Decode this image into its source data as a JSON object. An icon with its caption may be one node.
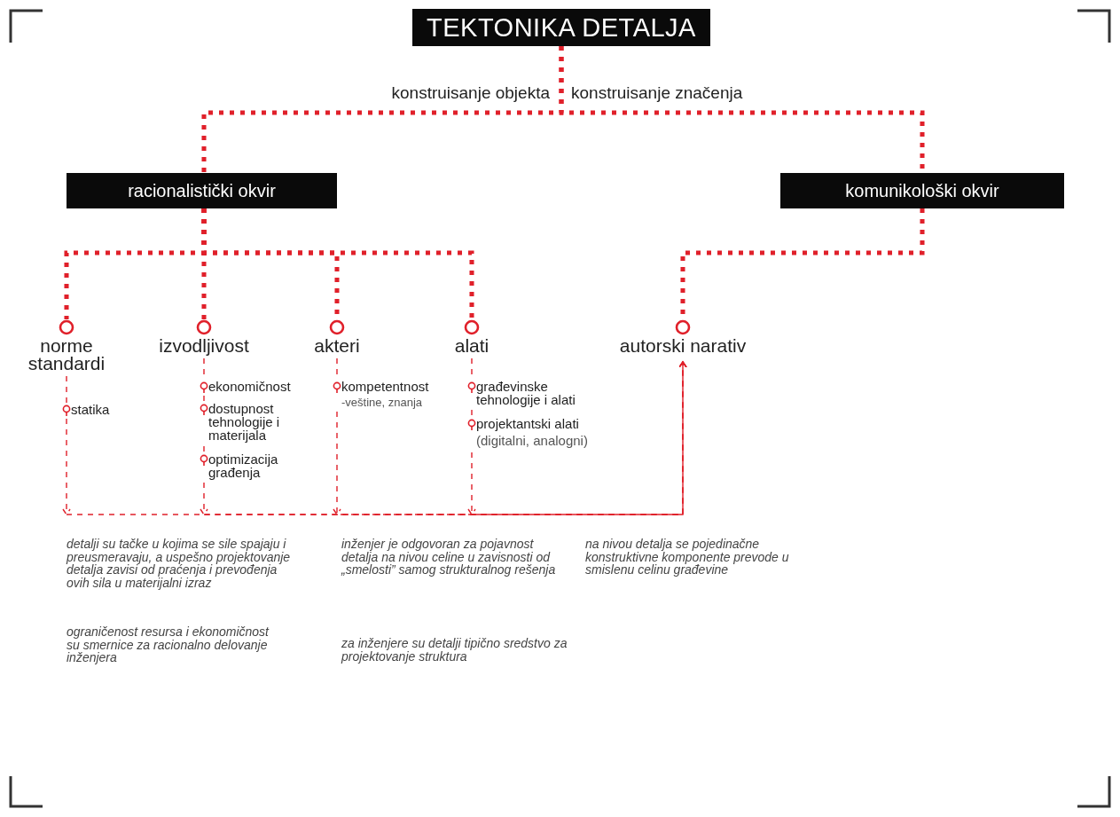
{
  "diagram": {
    "nodes": [
      {
        "text": [
          "TEKTONIKA DETALJA"
        ]
      },
      {
        "text": [
          "racionalistički okvir"
        ]
      },
      {
        "text": [
          "komunikološki okvir"
        ]
      },
      {
        "text": [
          "norme standardi"
        ]
      },
      {
        "text": [
          "izvodljivost"
        ]
      },
      {
        "text": [
          "akteri"
        ]
      },
      {
        "text": [
          "alati"
        ]
      },
      {
        "text": [
          "autorski narativ"
        ]
      },
      {
        "text": [
          "statika"
        ]
      },
      {
        "text": [
          "ekonomičnost"
        ]
      },
      {
        "text": [
          "dostupnost tehnologije i materijala"
        ]
      },
      {
        "text": [
          "optimizacija građenja"
        ]
      },
      {
        "text": [
          "kompetentnost"
        ],
        "beside": [
          "-veštine, znanja"
        ]
      },
      {
        "text": [
          "građevinske tehnologije i alati"
        ]
      },
      {
        "text": [
          "projektantski alati"
        ],
        "beside": [
          "(digitalni, analogni)"
        ]
      }
    ],
    "edges": [
      {
        "from": 0,
        "to": 1,
        "arrow": "none",
        "style": "dashed",
        "label": "konstruisanje objekta"
      },
      {
        "from": 0,
        "to": 2,
        "arrow": "none",
        "style": "dashed",
        "label": "konstruisanje značenja"
      },
      {
        "from": 1,
        "to": 3,
        "arrow": "none",
        "style": "dashed"
      },
      {
        "from": 1,
        "to": 4,
        "arrow": "none",
        "style": "dashed"
      },
      {
        "from": 1,
        "to": 5,
        "arrow": "none",
        "style": "dashed"
      },
      {
        "from": 1,
        "to": 6,
        "arrow": "none",
        "style": "dashed"
      },
      {
        "from": 2,
        "to": 7,
        "arrow": "none",
        "style": "dashed"
      },
      {
        "from": 3,
        "to": 8,
        "arrow": "none",
        "style": "dashed"
      },
      {
        "from": 4,
        "to": 9,
        "arrow": "none",
        "style": "dashed"
      },
      {
        "from": 9,
        "to": 10,
        "arrow": "none",
        "style": "dashed"
      },
      {
        "from": 10,
        "to": 11,
        "arrow": "none",
        "style": "dashed"
      },
      {
        "from": 5,
        "to": 12,
        "arrow": "none",
        "style": "dashed"
      },
      {
        "from": 6,
        "to": 13,
        "arrow": "none",
        "style": "dashed"
      },
      {
        "from": 13,
        "to": 14,
        "arrow": "none",
        "style": "dashed"
      },
      {
        "from": 8,
        "to": 7,
        "arrow": "to",
        "style": "dashed"
      },
      {
        "from": 11,
        "to": 7,
        "arrow": "to",
        "style": "dashed"
      },
      {
        "from": 12,
        "to": 7,
        "arrow": "to",
        "style": "dashed"
      },
      {
        "from": 14,
        "to": 7,
        "arrow": "to",
        "style": "dashed"
      }
    ],
    "labels": [
      "detalji su tačke u kojima se sile spajaju i preusmeravaju, a uspešno projektovanje detalja zavisi od praćenja i prevođenja ovih sila u materijalni izraz",
      "inženjer je odgovoran za pojavnost detalja na nivou celine u zavisnosti od „smelosti” samog strukturalnog rešenja",
      "na nivou detalja se pojedinačne konstruktivne komponente prevode u smislenu celinu građevine",
      "ograničenost resursa i ekonomičnost su smernice za racionalno delovanje inženjera",
      "za inženjere su detalji tipično sredstvo za projektovanje struktura"
    ]
  }
}
